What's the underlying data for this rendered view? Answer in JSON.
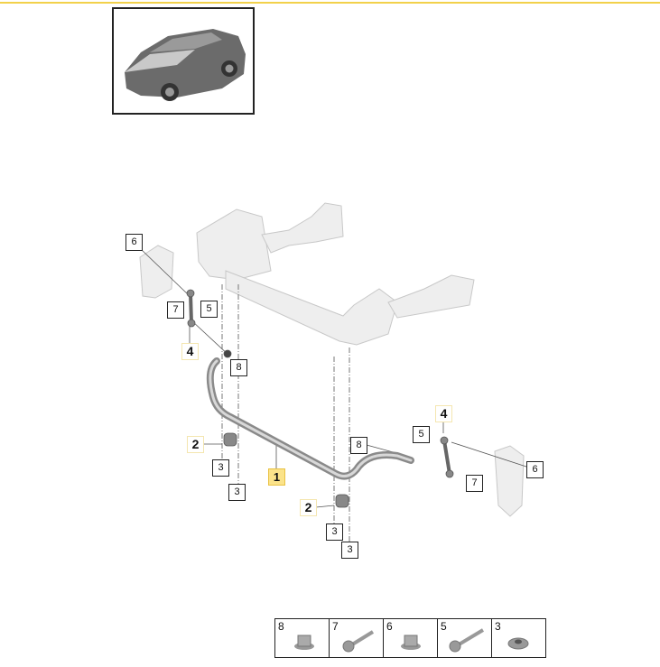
{
  "thumbnail": {
    "icon": "suv-vehicle-thumbnail"
  },
  "callouts": {
    "c1": "1",
    "c2a": "2",
    "c2b": "2",
    "c3a": "3",
    "c3b": "3",
    "c3c": "3",
    "c3d": "3",
    "c4a": "4",
    "c4b": "4",
    "c5a": "5",
    "c5b": "5",
    "c6a": "6",
    "c6b": "6",
    "c7a": "7",
    "c7b": "7",
    "c8a": "8",
    "c8b": "8"
  },
  "legend": [
    {
      "num": "8",
      "icon": "flange-nut"
    },
    {
      "num": "7",
      "icon": "bolt"
    },
    {
      "num": "6",
      "icon": "flange-nut"
    },
    {
      "num": "5",
      "icon": "bolt"
    },
    {
      "num": "3",
      "icon": "hex-nut"
    }
  ],
  "colors": {
    "accent": "#fbe38a",
    "rule": "#f2d14a"
  }
}
